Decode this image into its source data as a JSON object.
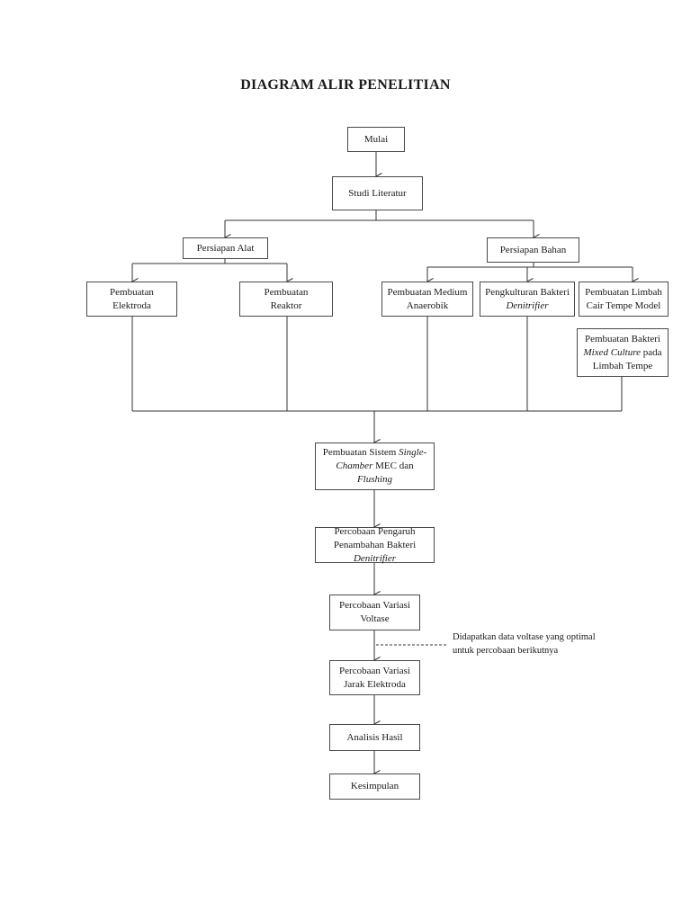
{
  "title": "DIAGRAM ALIR PENELITIAN",
  "nodes": {
    "mulai": "Mulai",
    "studi_literatur": "Studi Literatur",
    "persiapan_alat": "Persiapan Alat",
    "persiapan_bahan": "Persiapan Bahan",
    "pembuatan_elektroda": [
      "Pembuatan",
      "Elektroda"
    ],
    "pembuatan_reaktor": [
      "Pembuatan",
      "Reaktor"
    ],
    "pembuatan_medium": [
      "Pembuatan Medium",
      "Anaerobik"
    ],
    "pengkulturan_bakteri": [
      "Pengkulturan Bakteri",
      "Denitrifier"
    ],
    "pembuatan_limbah": [
      "Pembuatan Limbah",
      "Cair Tempe Model"
    ],
    "pembuatan_bakteri_mixed": [
      "Pembuatan Bakteri",
      "Mixed Culture",
      "pada",
      "Limbah Tempe"
    ],
    "sistem_mec": [
      "Pembuatan Sistem",
      "Single-",
      "Chamber",
      "MEC dan",
      "Flushing"
    ],
    "percobaan_pengaruh": [
      "Percobaan Pengaruh",
      "Penambahan Bakteri",
      "Denitrifier"
    ],
    "variasi_voltase": [
      "Percobaan Variasi",
      "Voltase"
    ],
    "variasi_jarak": [
      "Percobaan Variasi",
      "Jarak Elektroda"
    ],
    "analisis_hasil": "Analisis Hasil",
    "kesimpulan": "Kesimpulan"
  },
  "note": [
    "Didapatkan data voltase yang optimal",
    "untuk percobaan berikutnya"
  ]
}
